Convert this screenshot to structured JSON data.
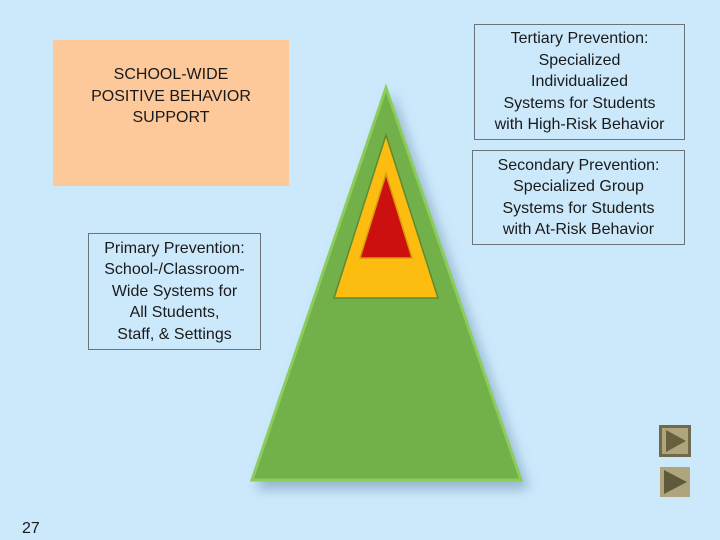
{
  "title": "SCHOOL-WIDE\nPOSITIVE BEHAVIOR\nSUPPORT",
  "tiers": {
    "primary": "Primary Prevention:\nSchool-/Classroom-\nWide Systems for\nAll Students,\nStaff, & Settings",
    "secondary": "Secondary Prevention:\nSpecialized Group\nSystems for Students\nwith At-Risk Behavior",
    "tertiary": "Tertiary Prevention:\nSpecialized\nIndividualized\nSystems for Students\nwith High-Risk Behavior"
  },
  "colors": {
    "primary": "#72b04a",
    "secondary": "#fcbc10",
    "tertiary": "#cc1010",
    "background": "#cce9fc"
  },
  "nav": {
    "back_icon": "play-forward-icon",
    "next_icon": "play-forward-icon"
  },
  "page_number": "27"
}
